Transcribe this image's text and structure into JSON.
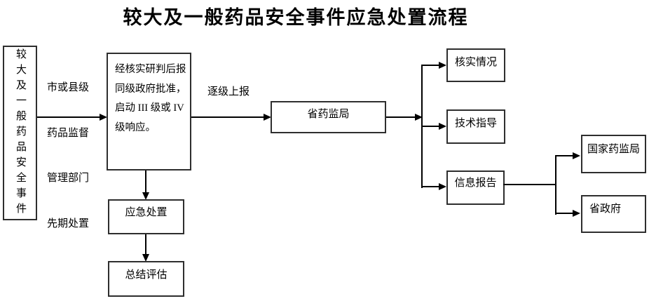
{
  "title": "较大及一般药品安全事件应急处置流程",
  "nodes": {
    "event": {
      "label": "较大及一般药品安全事件"
    },
    "process": {
      "lines": [
        "经核实研判后报",
        "同级政府批准，",
        "启动 III 级或 IV",
        "级响应。"
      ]
    },
    "province_admin": {
      "label": "省药监局"
    },
    "verify": {
      "label": "核实情况"
    },
    "guidance": {
      "label": "技术指导"
    },
    "info_report": {
      "label": "信息报告"
    },
    "national_admin": {
      "label": "国家药监局"
    },
    "province_gov": {
      "label": "省政府"
    },
    "emergency": {
      "label": "应急处置"
    },
    "summary": {
      "label": "总结评估"
    }
  },
  "edge_labels": {
    "initial_handling": {
      "lines": [
        "市或县级",
        "药品监督",
        "管理部门",
        "先期处置"
      ]
    },
    "report_up": "逐级上报"
  },
  "colors": {
    "background": "#ffffff",
    "text": "#000000",
    "box_border": "#2e2e2e",
    "line": "#000000"
  }
}
